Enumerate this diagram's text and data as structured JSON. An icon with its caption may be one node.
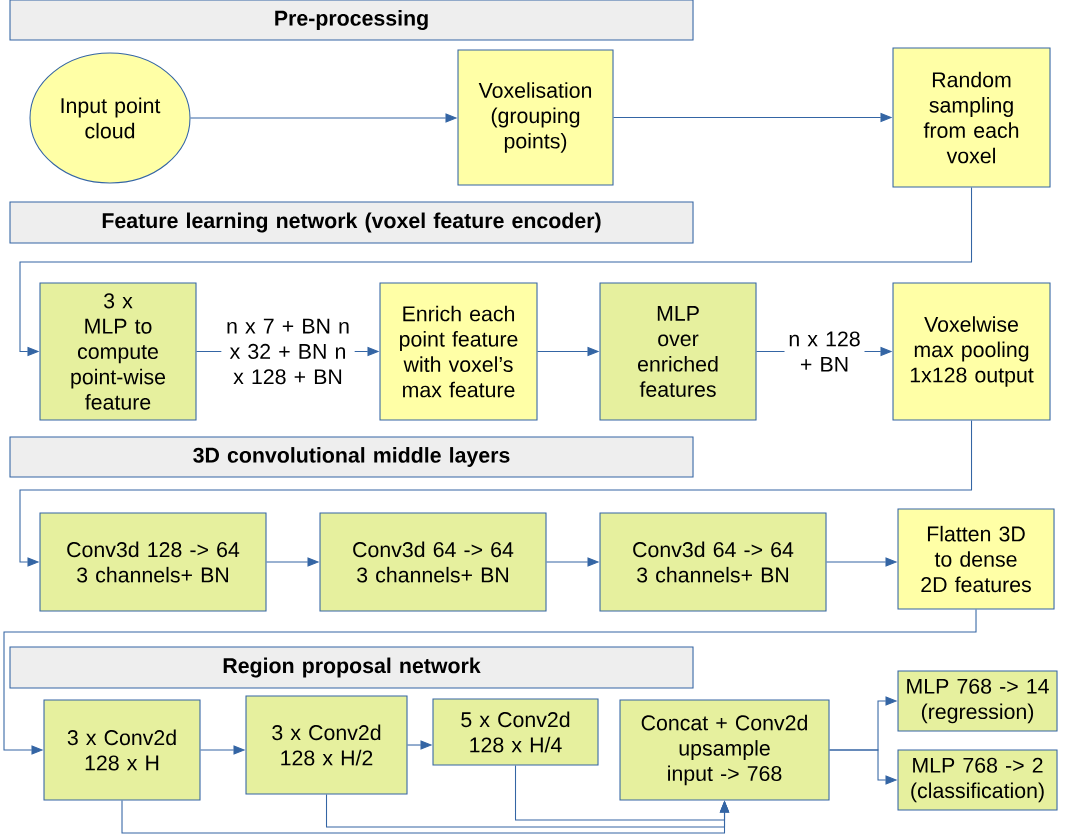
{
  "diagram": {
    "nodes": [
      {
        "text": [
          "Pre-processing"
        ]
      },
      {
        "text": [
          "Input point cloud"
        ]
      },
      {
        "text": [
          "Voxelisation (grouping points)"
        ]
      },
      {
        "text": [
          "Random sampling from each voxel"
        ]
      },
      {
        "text": [
          "Feature learning network (voxel feature encoder)"
        ]
      },
      {
        "text": [
          "3 x MLP to compute point-wise feature"
        ]
      },
      {
        "text": [
          "Enrich each point feature with voxel’s max feature"
        ]
      },
      {
        "text": [
          "MLP over enriched features"
        ]
      },
      {
        "text": [
          "Voxelwise max pooling 1x128 output"
        ]
      },
      {
        "text": [
          "3D convolutional middle layers"
        ]
      },
      {
        "text": [
          "Conv3d 128 -> 64 3 channels+ BN"
        ]
      },
      {
        "text": [
          "Conv3d 64 -> 64 3 channels+ BN"
        ]
      },
      {
        "text": [
          "Conv3d 64 -> 64 3 channels+ BN"
        ]
      },
      {
        "text": [
          "Flatten 3D to dense 2D features"
        ]
      },
      {
        "text": [
          "Region proposal network"
        ]
      },
      {
        "text": [
          "3 x Conv2d 128 x H"
        ]
      },
      {
        "text": [
          "3 x Conv2d 128 x H/2"
        ]
      },
      {
        "text": [
          "5 x Conv2d 128 x H/4"
        ]
      },
      {
        "text": [
          "Concat + Conv2d upsample input -> 768"
        ]
      },
      {
        "text": [
          "MLP 768 -> 14 (regression)"
        ]
      },
      {
        "text": [
          "MLP 768 -> 2 (classification)"
        ]
      }
    ],
    "edges": [
      {
        "from": 1,
        "to": 2,
        "arrow": "to"
      },
      {
        "from": 2,
        "to": 3,
        "arrow": "to"
      },
      {
        "from": 3,
        "to": 5,
        "arrow": "to"
      },
      {
        "from": 5,
        "to": 6,
        "arrow": "to",
        "label": "n x 7 + BN n x 32 + BN n x 128 + BN"
      },
      {
        "from": 6,
        "to": 7,
        "arrow": "to"
      },
      {
        "from": 7,
        "to": 8,
        "arrow": "to",
        "label": "n x 128 + BN"
      },
      {
        "from": 8,
        "to": 10,
        "arrow": "to"
      },
      {
        "from": 10,
        "to": 11,
        "arrow": "to"
      },
      {
        "from": 11,
        "to": 12,
        "arrow": "to"
      },
      {
        "from": 12,
        "to": 13,
        "arrow": "to"
      },
      {
        "from": 13,
        "to": 15,
        "arrow": "to"
      },
      {
        "from": 15,
        "to": 16,
        "arrow": "to"
      },
      {
        "from": 16,
        "to": 17,
        "arrow": "to"
      },
      {
        "from": 15,
        "to": 18,
        "arrow": "to"
      },
      {
        "from": 16,
        "to": 18,
        "arrow": "to"
      },
      {
        "from": 17,
        "to": 18,
        "arrow": "to"
      },
      {
        "from": 18,
        "to": 19,
        "arrow": "to"
      },
      {
        "from": 18,
        "to": 20,
        "arrow": "to"
      }
    ]
  }
}
